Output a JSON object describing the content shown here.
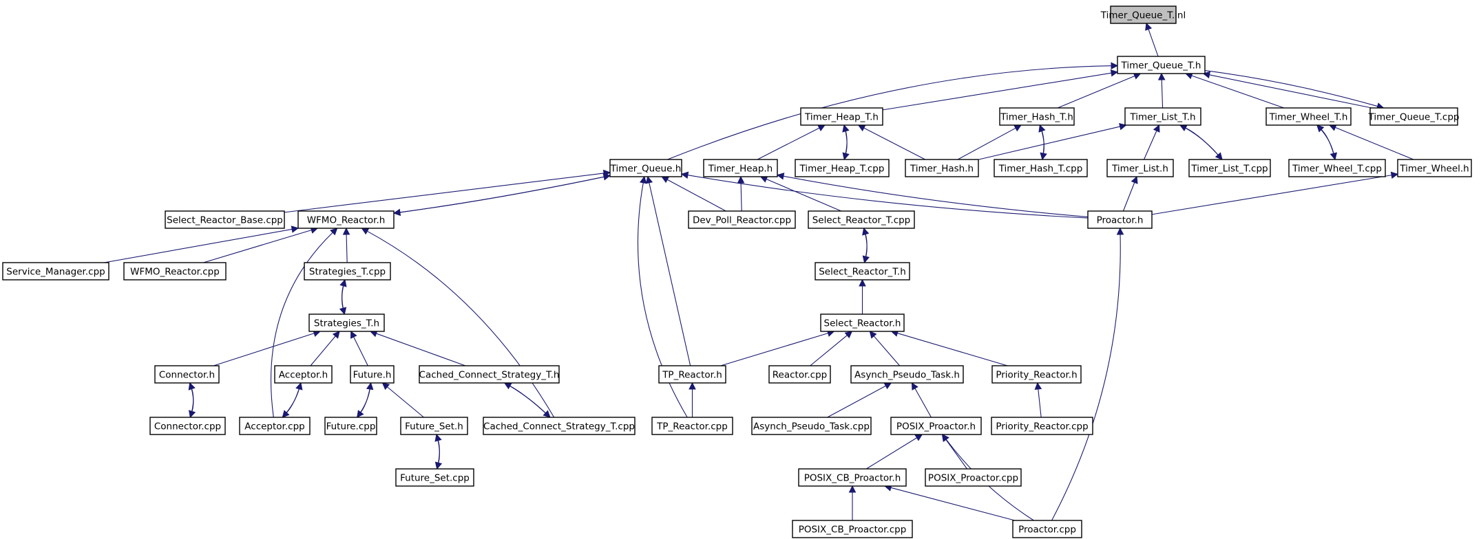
{
  "diagram": {
    "type": "include-dependency-graph",
    "nodes": [
      {
        "id": "timer_queue_t_inl",
        "label": "Timer_Queue_T.inl",
        "highlight": true
      },
      {
        "id": "timer_queue_t_h",
        "label": "Timer_Queue_T.h"
      },
      {
        "id": "timer_heap_t_h",
        "label": "Timer_Heap_T.h"
      },
      {
        "id": "timer_hash_t_h",
        "label": "Timer_Hash_T.h"
      },
      {
        "id": "timer_list_t_h",
        "label": "Timer_List_T.h"
      },
      {
        "id": "timer_wheel_t_h",
        "label": "Timer_Wheel_T.h"
      },
      {
        "id": "timer_queue_t_cpp",
        "label": "Timer_Queue_T.cpp"
      },
      {
        "id": "timer_queue_h",
        "label": "Timer_Queue.h"
      },
      {
        "id": "timer_heap_h",
        "label": "Timer_Heap.h"
      },
      {
        "id": "timer_heap_t_cpp",
        "label": "Timer_Heap_T.cpp"
      },
      {
        "id": "timer_hash_h",
        "label": "Timer_Hash.h"
      },
      {
        "id": "timer_hash_t_cpp",
        "label": "Timer_Hash_T.cpp"
      },
      {
        "id": "timer_list_h",
        "label": "Timer_List.h"
      },
      {
        "id": "timer_list_t_cpp",
        "label": "Timer_List_T.cpp"
      },
      {
        "id": "timer_wheel_t_cpp",
        "label": "Timer_Wheel_T.cpp"
      },
      {
        "id": "timer_wheel_h",
        "label": "Timer_Wheel.h"
      },
      {
        "id": "select_reactor_base_cpp",
        "label": "Select_Reactor_Base.cpp"
      },
      {
        "id": "wfmo_reactor_h",
        "label": "WFMO_Reactor.h"
      },
      {
        "id": "dev_poll_reactor_cpp",
        "label": "Dev_Poll_Reactor.cpp"
      },
      {
        "id": "select_reactor_t_cpp",
        "label": "Select_Reactor_T.cpp"
      },
      {
        "id": "proactor_h",
        "label": "Proactor.h"
      },
      {
        "id": "service_manager_cpp",
        "label": "Service_Manager.cpp"
      },
      {
        "id": "wfmo_reactor_cpp",
        "label": "WFMO_Reactor.cpp"
      },
      {
        "id": "strategies_t_cpp",
        "label": "Strategies_T.cpp"
      },
      {
        "id": "select_reactor_t_h",
        "label": "Select_Reactor_T.h"
      },
      {
        "id": "strategies_t_h",
        "label": "Strategies_T.h"
      },
      {
        "id": "select_reactor_h",
        "label": "Select_Reactor.h"
      },
      {
        "id": "connector_h",
        "label": "Connector.h"
      },
      {
        "id": "acceptor_h",
        "label": "Acceptor.h"
      },
      {
        "id": "future_h",
        "label": "Future.h"
      },
      {
        "id": "cached_connect_strategy_t_h",
        "label": "Cached_Connect_Strategy_T.h"
      },
      {
        "id": "tp_reactor_h",
        "label": "TP_Reactor.h"
      },
      {
        "id": "reactor_cpp",
        "label": "Reactor.cpp"
      },
      {
        "id": "asynch_pseudo_task_h",
        "label": "Asynch_Pseudo_Task.h"
      },
      {
        "id": "priority_reactor_h",
        "label": "Priority_Reactor.h"
      },
      {
        "id": "connector_cpp",
        "label": "Connector.cpp"
      },
      {
        "id": "acceptor_cpp",
        "label": "Acceptor.cpp"
      },
      {
        "id": "future_cpp",
        "label": "Future.cpp"
      },
      {
        "id": "future_set_h",
        "label": "Future_Set.h"
      },
      {
        "id": "cached_connect_strategy_t_cpp",
        "label": "Cached_Connect_Strategy_T.cpp"
      },
      {
        "id": "tp_reactor_cpp",
        "label": "TP_Reactor.cpp"
      },
      {
        "id": "asynch_pseudo_task_cpp",
        "label": "Asynch_Pseudo_Task.cpp"
      },
      {
        "id": "posix_proactor_h",
        "label": "POSIX_Proactor.h"
      },
      {
        "id": "priority_reactor_cpp",
        "label": "Priority_Reactor.cpp"
      },
      {
        "id": "future_set_cpp",
        "label": "Future_Set.cpp"
      },
      {
        "id": "posix_cb_proactor_h",
        "label": "POSIX_CB_Proactor.h"
      },
      {
        "id": "posix_proactor_cpp",
        "label": "POSIX_Proactor.cpp"
      },
      {
        "id": "posix_cb_proactor_cpp",
        "label": "POSIX_CB_Proactor.cpp"
      },
      {
        "id": "proactor_cpp",
        "label": "Proactor.cpp"
      }
    ],
    "edges": [
      {
        "from": "timer_queue_t_h",
        "to": "timer_queue_t_inl"
      },
      {
        "from": "timer_heap_t_h",
        "to": "timer_queue_t_h"
      },
      {
        "from": "timer_hash_t_h",
        "to": "timer_queue_t_h"
      },
      {
        "from": "timer_list_t_h",
        "to": "timer_queue_t_h"
      },
      {
        "from": "timer_wheel_t_h",
        "to": "timer_queue_t_h"
      },
      {
        "from": "timer_queue_t_cpp",
        "to": "timer_queue_t_h"
      },
      {
        "from": "timer_queue_h",
        "to": "timer_queue_t_h"
      },
      {
        "from": "timer_queue_t_h",
        "to": "timer_queue_t_cpp"
      },
      {
        "from": "timer_heap_h",
        "to": "timer_heap_t_h"
      },
      {
        "from": "timer_heap_t_cpp",
        "to": "timer_heap_t_h"
      },
      {
        "from": "timer_heap_t_h",
        "to": "timer_heap_t_cpp"
      },
      {
        "from": "timer_hash_h",
        "to": "timer_heap_t_h"
      },
      {
        "from": "timer_hash_h",
        "to": "timer_hash_t_h"
      },
      {
        "from": "timer_hash_t_cpp",
        "to": "timer_hash_t_h"
      },
      {
        "from": "timer_hash_t_h",
        "to": "timer_hash_t_cpp"
      },
      {
        "from": "timer_hash_h",
        "to": "timer_list_t_h"
      },
      {
        "from": "timer_list_h",
        "to": "timer_list_t_h"
      },
      {
        "from": "timer_list_t_cpp",
        "to": "timer_list_t_h"
      },
      {
        "from": "timer_list_t_h",
        "to": "timer_list_t_cpp"
      },
      {
        "from": "timer_wheel_t_cpp",
        "to": "timer_wheel_t_h"
      },
      {
        "from": "timer_wheel_t_h",
        "to": "timer_wheel_t_cpp"
      },
      {
        "from": "timer_wheel_h",
        "to": "timer_wheel_t_h"
      },
      {
        "from": "select_reactor_base_cpp",
        "to": "timer_queue_h"
      },
      {
        "from": "wfmo_reactor_h",
        "to": "timer_queue_h"
      },
      {
        "from": "timer_queue_h",
        "to": "wfmo_reactor_h"
      },
      {
        "from": "dev_poll_reactor_cpp",
        "to": "timer_queue_h"
      },
      {
        "from": "proactor_h",
        "to": "timer_queue_h"
      },
      {
        "from": "tp_reactor_h",
        "to": "timer_queue_h"
      },
      {
        "from": "tp_reactor_cpp",
        "to": "timer_queue_h"
      },
      {
        "from": "dev_poll_reactor_cpp",
        "to": "timer_heap_h"
      },
      {
        "from": "select_reactor_t_cpp",
        "to": "timer_heap_h"
      },
      {
        "from": "proactor_h",
        "to": "timer_heap_h"
      },
      {
        "from": "proactor_h",
        "to": "timer_list_h"
      },
      {
        "from": "proactor_h",
        "to": "timer_wheel_h"
      },
      {
        "from": "service_manager_cpp",
        "to": "wfmo_reactor_h"
      },
      {
        "from": "wfmo_reactor_cpp",
        "to": "wfmo_reactor_h"
      },
      {
        "from": "strategies_t_cpp",
        "to": "wfmo_reactor_h"
      },
      {
        "from": "acceptor_cpp",
        "to": "wfmo_reactor_h"
      },
      {
        "from": "cached_connect_strategy_t_cpp",
        "to": "wfmo_reactor_h"
      },
      {
        "from": "select_reactor_t_h",
        "to": "select_reactor_t_cpp"
      },
      {
        "from": "select_reactor_t_cpp",
        "to": "select_reactor_t_h"
      },
      {
        "from": "select_reactor_h",
        "to": "select_reactor_t_h"
      },
      {
        "from": "strategies_t_h",
        "to": "strategies_t_cpp"
      },
      {
        "from": "strategies_t_cpp",
        "to": "strategies_t_h"
      },
      {
        "from": "connector_h",
        "to": "strategies_t_h"
      },
      {
        "from": "acceptor_h",
        "to": "strategies_t_h"
      },
      {
        "from": "future_h",
        "to": "strategies_t_h"
      },
      {
        "from": "cached_connect_strategy_t_h",
        "to": "strategies_t_h"
      },
      {
        "from": "tp_reactor_h",
        "to": "select_reactor_h"
      },
      {
        "from": "reactor_cpp",
        "to": "select_reactor_h"
      },
      {
        "from": "asynch_pseudo_task_h",
        "to": "select_reactor_h"
      },
      {
        "from": "priority_reactor_h",
        "to": "select_reactor_h"
      },
      {
        "from": "connector_cpp",
        "to": "connector_h"
      },
      {
        "from": "connector_h",
        "to": "connector_cpp"
      },
      {
        "from": "acceptor_cpp",
        "to": "acceptor_h"
      },
      {
        "from": "acceptor_h",
        "to": "acceptor_cpp"
      },
      {
        "from": "future_cpp",
        "to": "future_h"
      },
      {
        "from": "future_h",
        "to": "future_cpp"
      },
      {
        "from": "future_set_h",
        "to": "future_h"
      },
      {
        "from": "cached_connect_strategy_t_cpp",
        "to": "cached_connect_strategy_t_h"
      },
      {
        "from": "cached_connect_strategy_t_h",
        "to": "cached_connect_strategy_t_cpp"
      },
      {
        "from": "tp_reactor_cpp",
        "to": "tp_reactor_h"
      },
      {
        "from": "asynch_pseudo_task_cpp",
        "to": "asynch_pseudo_task_h"
      },
      {
        "from": "posix_proactor_h",
        "to": "asynch_pseudo_task_h"
      },
      {
        "from": "priority_reactor_cpp",
        "to": "priority_reactor_h"
      },
      {
        "from": "future_set_cpp",
        "to": "future_set_h"
      },
      {
        "from": "future_set_h",
        "to": "future_set_cpp"
      },
      {
        "from": "posix_cb_proactor_h",
        "to": "posix_proactor_h"
      },
      {
        "from": "posix_proactor_cpp",
        "to": "posix_proactor_h"
      },
      {
        "from": "proactor_cpp",
        "to": "posix_proactor_h"
      },
      {
        "from": "posix_cb_proactor_cpp",
        "to": "posix_cb_proactor_h"
      },
      {
        "from": "proactor_cpp",
        "to": "posix_cb_proactor_h"
      },
      {
        "from": "proactor_cpp",
        "to": "proactor_h"
      }
    ]
  },
  "colors": {
    "edge": "#191970",
    "node_border": "#000000",
    "node_fill": "#ffffff",
    "highlight_fill": "#bfbfbf",
    "background": "#ffffff"
  }
}
